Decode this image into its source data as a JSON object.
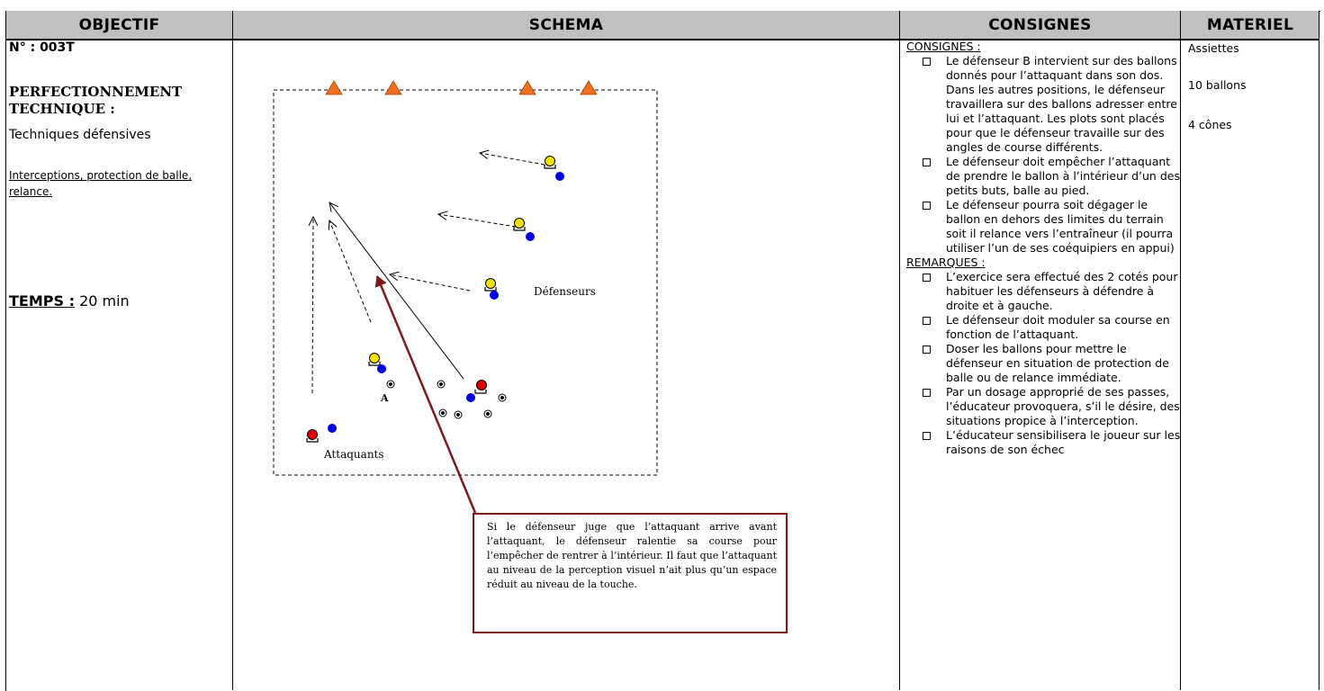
{
  "headers": {
    "objectif": "OBJECTIF",
    "schema": "SCHEMA",
    "consignes": "CONSIGNES",
    "materiel": "MATERIEL"
  },
  "objectif": {
    "number": "N° : 003T",
    "category": "PERFECTIONNEMENT TECHNIQUE :",
    "technique": "Techniques défensives",
    "detail": "Interceptions, protection de balle, relance.",
    "temps_label": "TEMPS :",
    "temps_value": " 20 min"
  },
  "schema": {
    "label_defenseurs": "Défenseurs",
    "label_attaquants": "Attaquants",
    "label_a": "A",
    "note": "Si le défenseur juge que l’attaquant arrive avant l’attaquant, le défenseur ralentie sa course pour l’empêcher de rentrer à l’intérieur. Il faut que l’attaquant au niveau de la perception visuel n’ait plus qu’un espace réduit au niveau de la touche.",
    "colors": {
      "cone": "#f07020",
      "attacker": "#e00000",
      "defender": "#f0e000",
      "ball": "#0000e0",
      "note_border": "#7f1a1a"
    }
  },
  "consignes": {
    "title": "CONSIGNES :",
    "items": [
      "Le défenseur B intervient sur des ballons donnés pour l’attaquant dans son dos. Dans les autres positions, le défenseur travaillera sur des ballons adresser entre lui et l’attaquant. Les plots sont placés pour que le défenseur travaille sur des angles de course différents.",
      "Le défenseur doit empêcher l’attaquant de prendre le ballon à l’intérieur d’un des petits buts, balle au pied.",
      "Le défenseur pourra soit dégager le ballon en dehors des limites du terrain soit il relance vers l’entraîneur (il pourra utiliser l’un de ses coéquipiers en appui)"
    ],
    "remarques_title": "REMARQUES :",
    "remarques": [
      "L’exercice sera effectué des 2 cotés pour habituer les défenseurs à défendre à droite et à gauche.",
      "Le défenseur doit moduler sa course en fonction de l’attaquant.",
      "Doser les ballons pour mettre le défenseur en situation de protection de balle ou de relance immédiate.",
      "Par un dosage approprié de ses passes, l’éducateur provoquera, s’il le désire, des situations propice à l’interception.",
      "L’éducateur sensibilisera le joueur sur les raisons de son échec"
    ]
  },
  "materiel": {
    "items": [
      "Assiettes",
      "10 ballons",
      "4 cônes"
    ]
  }
}
